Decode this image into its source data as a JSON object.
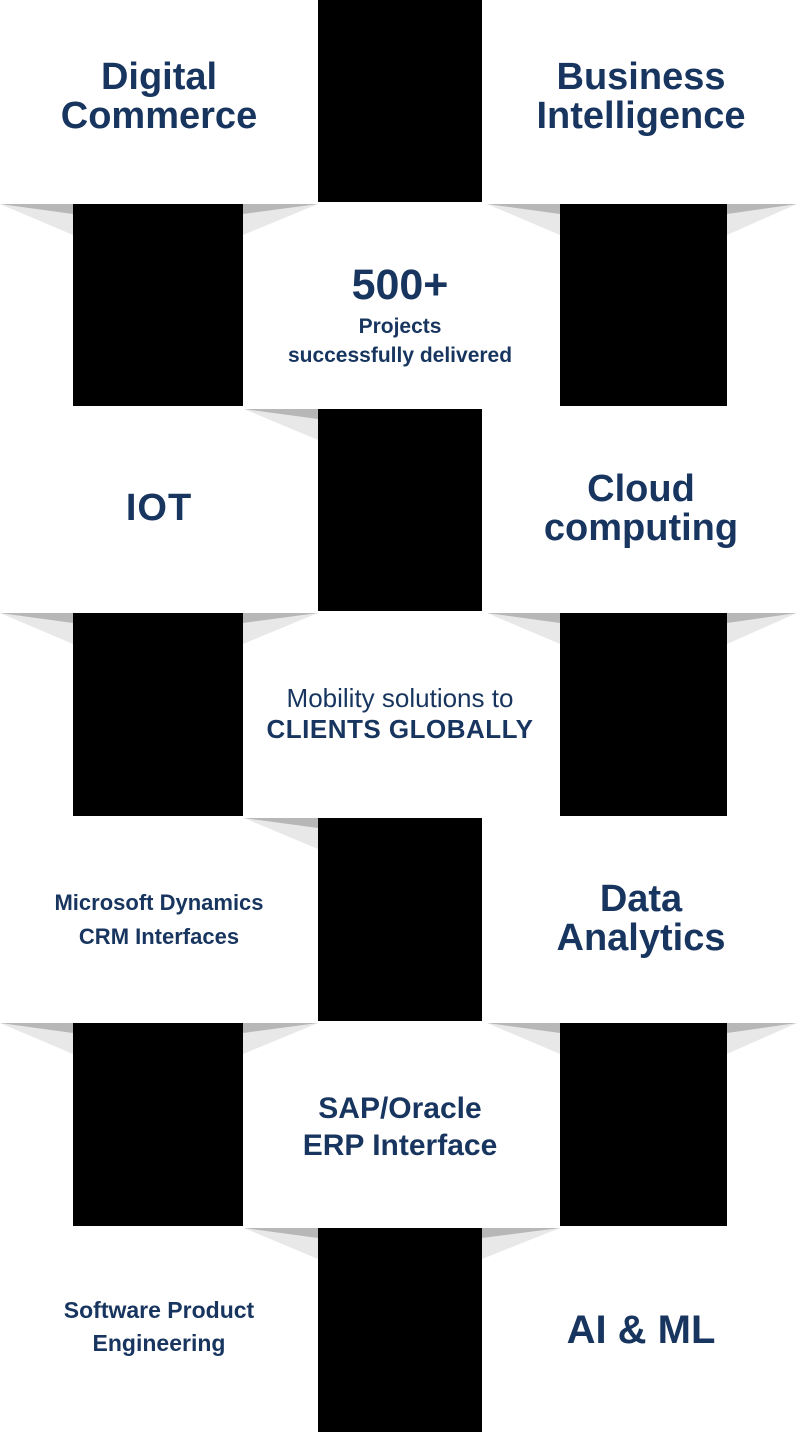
{
  "colors": {
    "navy": "#17355E",
    "block": "#000000",
    "wing_light": "#E8E8E8",
    "wing_dark": "#B7B7B7",
    "background": "#FFFFFF"
  },
  "cells": {
    "digital_commerce": {
      "line1": "Digital",
      "line2": "Commerce"
    },
    "business_intelligence": {
      "line1": "Business",
      "line2": "Intelligence"
    },
    "stat": {
      "number": "500+",
      "line1": "Projects",
      "line2": "successfully delivered"
    },
    "iot": {
      "label": "IOT"
    },
    "cloud_computing": {
      "line1": "Cloud",
      "line2": "computing"
    },
    "mobility": {
      "line1": "Mobility solutions to",
      "line2": "CLIENTS GLOBALLY"
    },
    "ms_dynamics": {
      "line1": "Microsoft Dynamics",
      "line2": "CRM Interfaces"
    },
    "data_analytics": {
      "line1": "Data",
      "line2": "Analytics"
    },
    "sap_oracle": {
      "line1": "SAP/Oracle",
      "line2": "ERP Interface"
    },
    "software_product": {
      "line1": "Software Product",
      "line2": "Engineering"
    },
    "ai_ml": {
      "label": "AI & ML"
    }
  }
}
